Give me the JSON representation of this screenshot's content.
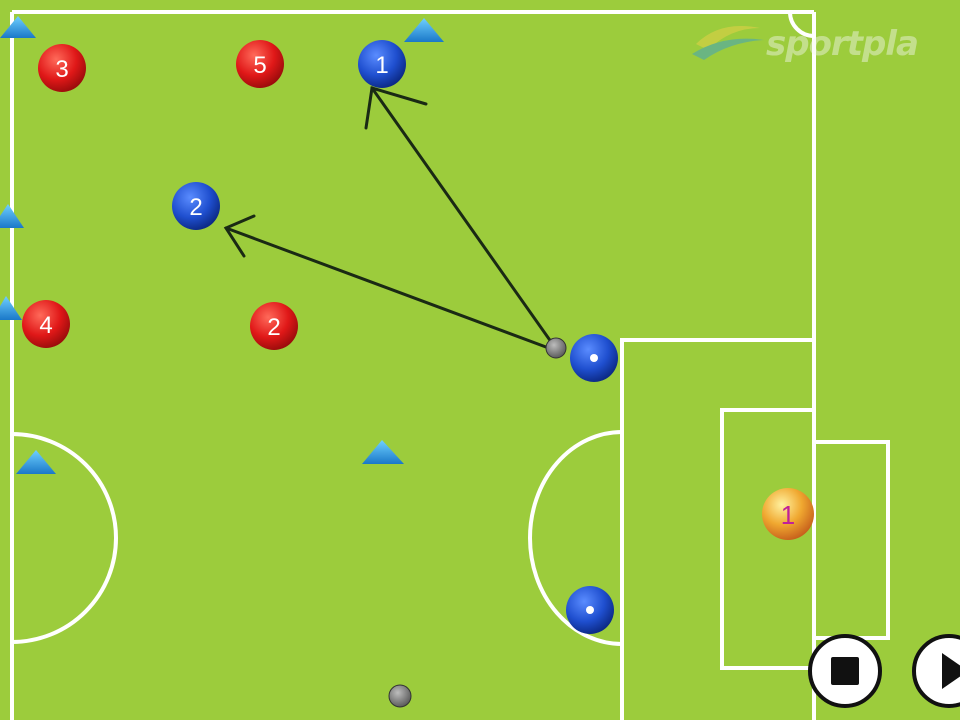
{
  "players": {
    "red_3": {
      "label": "3",
      "color": "#e01818"
    },
    "red_5": {
      "label": "5",
      "color": "#e01818"
    },
    "red_4": {
      "label": "4",
      "color": "#e01818"
    },
    "red_2": {
      "label": "2",
      "color": "#e01818"
    },
    "blue_1": {
      "label": "1",
      "color": "#1f4fcf"
    },
    "blue_2": {
      "label": "2",
      "color": "#1f4fcf"
    },
    "blue_dot_top": {
      "label": "",
      "color": "#1f4fcf"
    },
    "blue_dot_bottom": {
      "label": "",
      "color": "#1f4fcf"
    },
    "keeper_1": {
      "label": "1",
      "color": "#f0a830",
      "text_color": "#c0209a"
    }
  },
  "colors": {
    "pitch": "#9ccc3c",
    "lines": "#ffffff",
    "cone": "#2aa0e0",
    "arrow": "#1a2a14",
    "ball": "#6b6b6b"
  },
  "logo": {
    "text": "sportpla"
  },
  "controls": {
    "stop": "stop",
    "play": "play"
  }
}
